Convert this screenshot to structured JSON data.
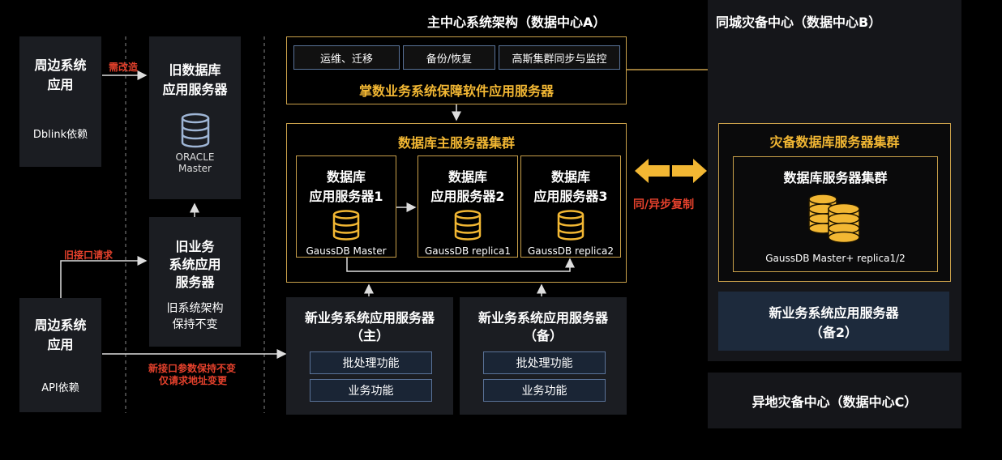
{
  "titles": {
    "center_a": "主中心系统架构（数据中心A）",
    "center_b": "同城灾备中心（数据中心B）",
    "center_c": "异地灾备中心（数据中心C）"
  },
  "left_top": {
    "title_1": "周边系统",
    "title_2": "应用",
    "note": "Dblink依赖"
  },
  "left_bottom": {
    "title_1": "周边系统",
    "title_2": "应用",
    "note": "API依赖"
  },
  "labels": {
    "need_change": "需改造",
    "old_interface": "旧接口请求",
    "new_interface_1": "新接口参数保持不变",
    "new_interface_2": "仅请求地址变更",
    "sync_replication": "同/异步复制"
  },
  "old_db": {
    "title_1": "旧数据库",
    "title_2": "应用服务器",
    "db_1": "ORACLE",
    "db_2": "Master"
  },
  "old_app": {
    "title_1": "旧业务",
    "title_2": "系统应用",
    "title_3": "服务器",
    "note_1": "旧系统架构",
    "note_2": "保持不变"
  },
  "guard": {
    "btn_ops": "运维、迁移",
    "btn_backup": "备份/恢复",
    "btn_sync": "高斯集群同步与监控",
    "title": "掌数业务系统保障软件应用服务器"
  },
  "main_cluster": {
    "title": "数据库主服务器集群",
    "nodes": [
      {
        "t1": "数据库",
        "t2": "应用服务器1",
        "db": "GaussDB Master"
      },
      {
        "t1": "数据库",
        "t2": "应用服务器2",
        "db": "GaussDB replica1"
      },
      {
        "t1": "数据库",
        "t2": "应用服务器3",
        "db": "GaussDB replica2"
      }
    ]
  },
  "new_app_main": {
    "title_1": "新业务系统应用服务器",
    "title_2": "（主）",
    "btn_batch": "批处理功能",
    "btn_biz": "业务功能"
  },
  "new_app_backup": {
    "title_1": "新业务系统应用服务器",
    "title_2": "（备）",
    "btn_batch": "批处理功能",
    "btn_biz": "业务功能"
  },
  "dr_cluster": {
    "title": "灾备数据库服务器集群",
    "inner_title": "数据库服务器集群",
    "db": "GaussDB Master+ replica1/2"
  },
  "new_app_backup2": {
    "title_1": "新业务系统应用服务器",
    "title_2": "（备2）"
  },
  "colors": {
    "gold": "#c9a04a",
    "accent": "#f2b733",
    "red": "#e5412c"
  }
}
